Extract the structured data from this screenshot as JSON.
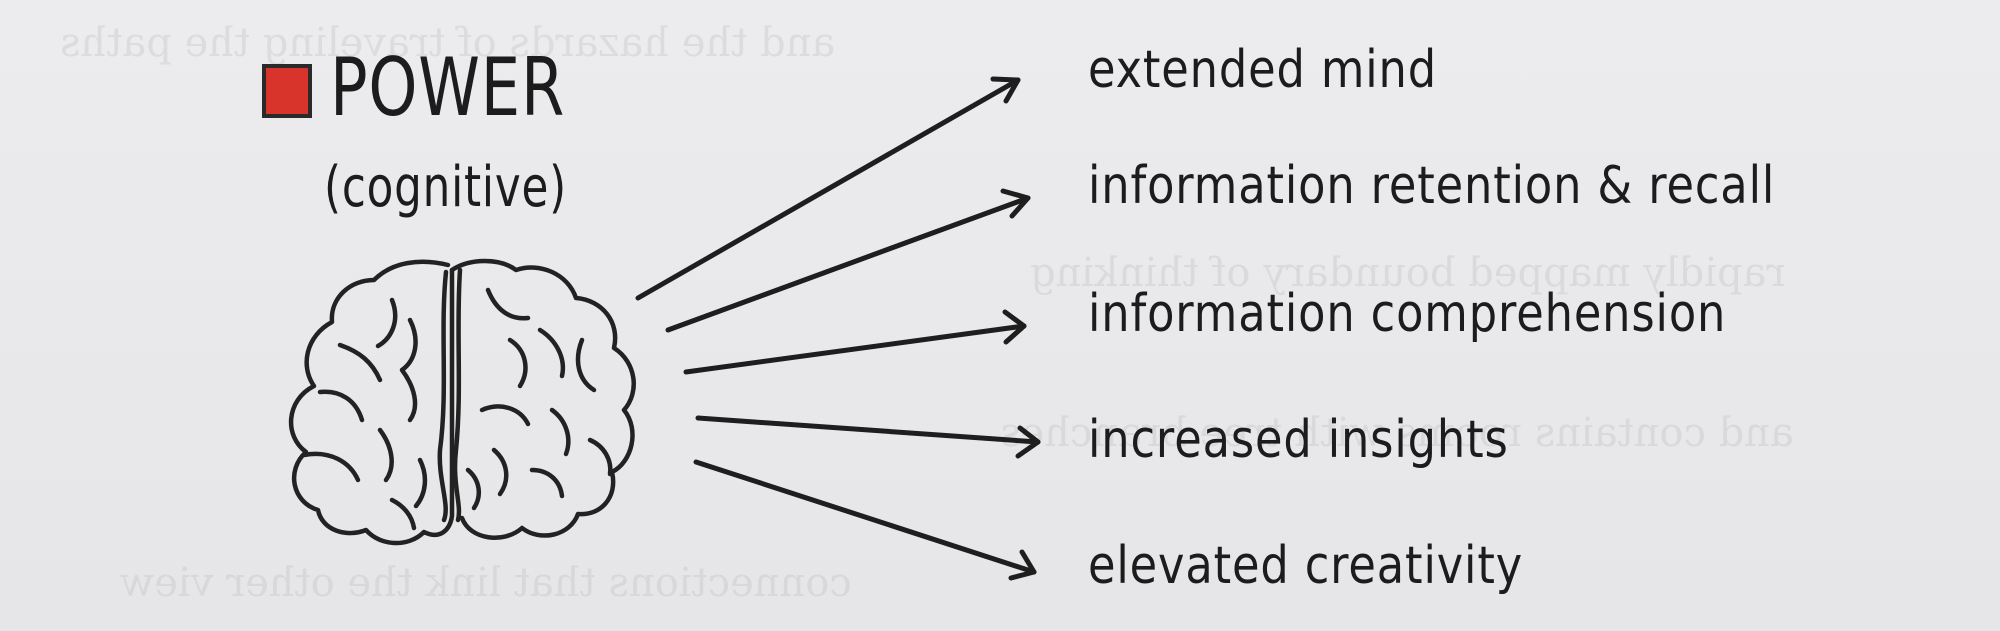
{
  "diagram": {
    "title": "POWER",
    "subtitle": "(cognitive)",
    "outcomes": [
      "extended mind",
      "information retention & recall",
      "information comprehension",
      "increased insights",
      "elevated creativity"
    ]
  },
  "colors": {
    "title_box": "#d9342c",
    "ink": "#1c1c1c",
    "paper": "#e9e9eb"
  },
  "icons": {
    "brain": "brain-icon",
    "title_marker": "red-square-icon"
  }
}
